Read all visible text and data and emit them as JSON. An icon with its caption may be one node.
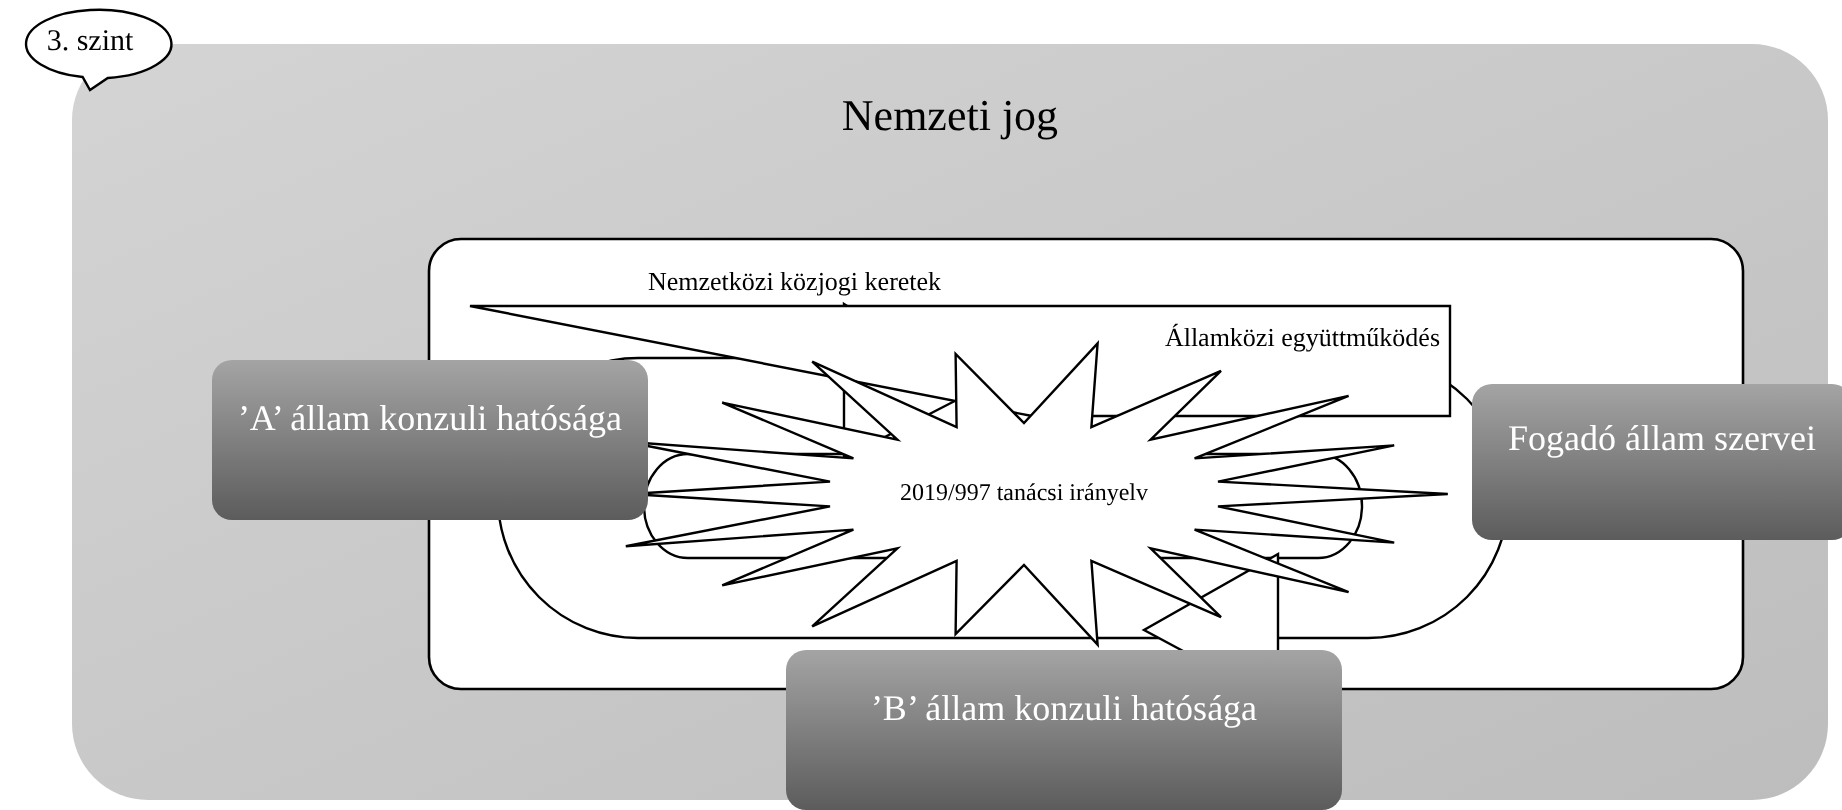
{
  "diagram": {
    "nodes": [
      {
        "text": [
          "3. szint"
        ]
      },
      {
        "text": [
          "Nemzeti jog"
        ]
      },
      {
        "text": [
          "Nemzetközi közjogi keretek"
        ],
        "in": 1
      },
      {
        "text": [
          "Államközi együttműködés"
        ],
        "in": 2
      },
      {
        "text": [
          "’A’ állam konzuli hatósága"
        ],
        "in": 1
      },
      {
        "text": [
          "2019/997 tanácsi irányelv"
        ],
        "in": 2
      },
      {
        "text": [
          "Fogadó állam szervei"
        ],
        "in": 1
      },
      {
        "text": [
          "’B’ állam konzuli hatósága"
        ],
        "in": 1
      }
    ]
  }
}
